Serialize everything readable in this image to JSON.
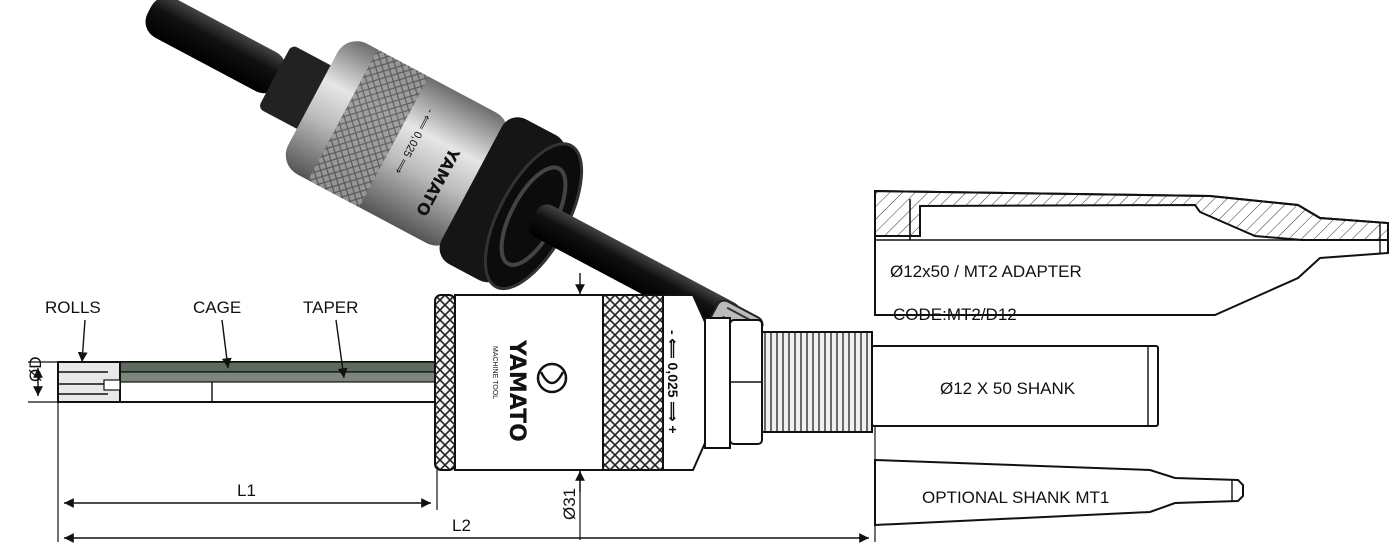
{
  "labels": {
    "rolls": "ROLLS",
    "cage": "CAGE",
    "taper": "TAPER",
    "diameter_d": "ØD",
    "l1": "L1",
    "l2": "L2",
    "diameter_31": "Ø31"
  },
  "adjuster": {
    "brand": "YAMATO",
    "subtitle": "MACHINE TOOL",
    "scale": "- ⟸ 0,025 ⟹ +"
  },
  "shank_straight": {
    "label": "Ø12 X 50 SHANK"
  },
  "shank_mt1": {
    "label": "OPTIONAL SHANK MT1"
  },
  "adapter": {
    "label": "Ø12x50 / MT2 ADAPTER",
    "code": "CODE:MT2/D12"
  },
  "photo": {
    "brand": "YAMATO",
    "scale": "- ⟸ 0,025 ⟹"
  },
  "colors": {
    "line": "#111111",
    "photo_black": "#1a1a1a",
    "photo_silver": "#b8b8b8",
    "cage_green": "#5c6b5c",
    "hatch": "#333333"
  }
}
